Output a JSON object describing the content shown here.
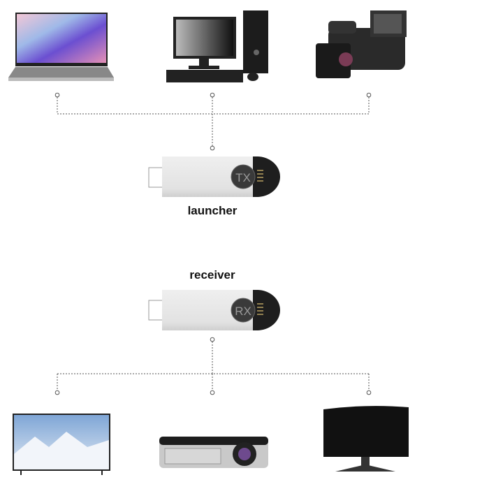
{
  "transmitter": {
    "label": "launcher",
    "badge": "TX"
  },
  "receiver": {
    "label": "receiver",
    "badge": "RX"
  },
  "sources": [
    "laptop",
    "desktop-computer",
    "camcorder"
  ],
  "displays": [
    "television",
    "projector",
    "monitor"
  ]
}
